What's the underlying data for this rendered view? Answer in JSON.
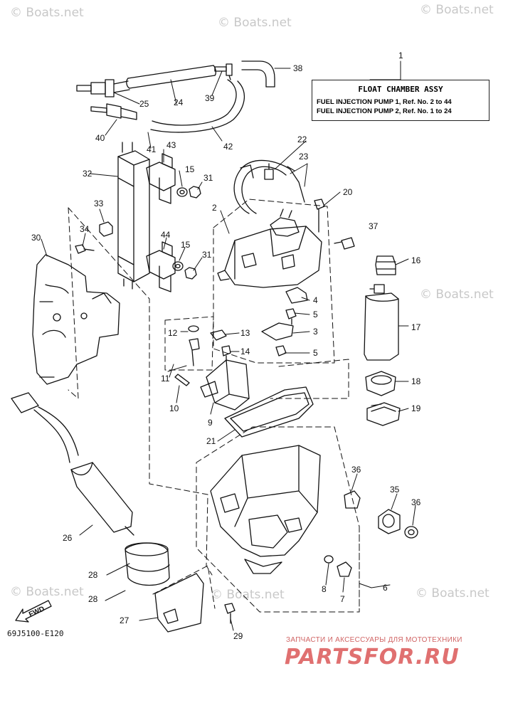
{
  "watermark": "© Boats.net",
  "legend": {
    "title": "FLOAT CHAMBER ASSY",
    "lines": [
      "FUEL INJECTION PUMP 1,  Ref. No. 2 to 44",
      "FUEL INJECTION PUMP 2,  Ref. No. 1 to 24"
    ]
  },
  "fwd_label": "FWD",
  "diagram_code": "69J5100-E120",
  "brand": {
    "subtitle": "ЗАПЧАСТИ И АКСЕССУАРЫ ДЛЯ МОТОТЕХНИКИ",
    "logo": "PARTSFOR.RU"
  },
  "refs": [
    "1",
    "2",
    "3",
    "4",
    "5",
    "5",
    "6",
    "7",
    "8",
    "9",
    "10",
    "11",
    "12",
    "13",
    "14",
    "15",
    "15",
    "16",
    "17",
    "18",
    "19",
    "20",
    "21",
    "22",
    "23",
    "24",
    "25",
    "26",
    "27",
    "28",
    "28",
    "29",
    "30",
    "31",
    "31",
    "32",
    "33",
    "34",
    "35",
    "36",
    "36",
    "37",
    "38",
    "39",
    "40",
    "41",
    "42",
    "43",
    "44"
  ]
}
